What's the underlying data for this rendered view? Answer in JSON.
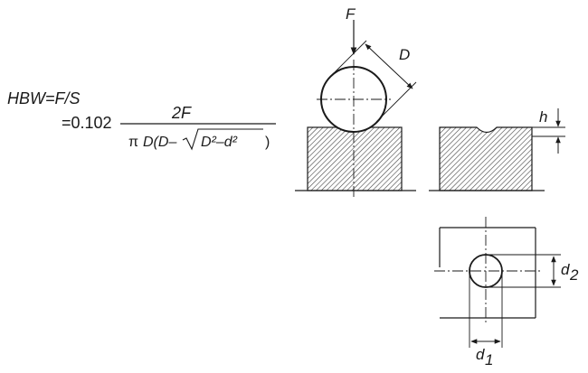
{
  "formula": {
    "line1": "HBW=F/S",
    "prefix": "=0.102",
    "numerator": "2F",
    "pi": "π",
    "den_a": "D(D–",
    "den_b": "D²–d²",
    "den_c": ")"
  },
  "labels": {
    "force": "F",
    "diameter": "D",
    "depth": "h",
    "d1": "d",
    "d1_sub": "1",
    "d2": "d",
    "d2_sub": "2"
  }
}
